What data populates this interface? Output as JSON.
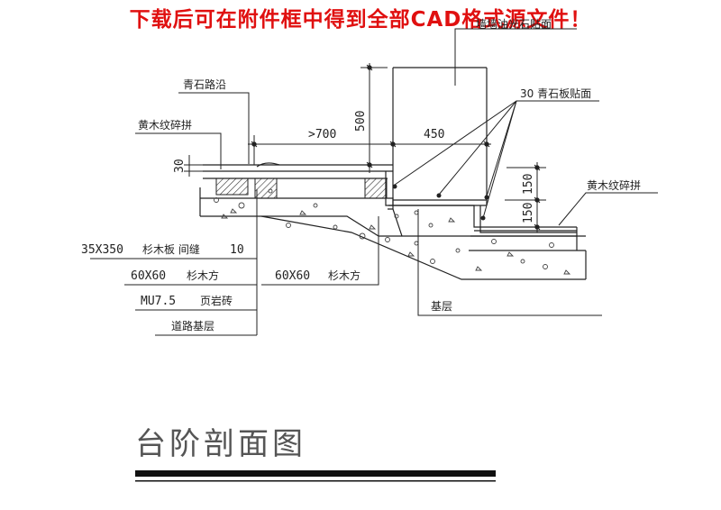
{
  "banner": "下载后可在附件框中得到全部CAD格式源文件！",
  "labels": {
    "wall_finish": "墙墙油光石贴面",
    "stone_edge": "青石路沿",
    "bluestone_face": "30 青石板贴面",
    "yellow_wood_left": "黄木纹碎拼",
    "yellow_wood_right": "黄木纹碎拼",
    "dim_700": ">700",
    "dim_450": "450",
    "dim_500": "500",
    "dim_30": "30",
    "dim_150_top": "150",
    "dim_150_bottom": "150",
    "plank_size": "35X350",
    "plank_name": "杉木板 间缝",
    "plank_gap": "10",
    "joist_size_1": "60X60",
    "joist_name_1": "杉木方",
    "joist_size_2": "60X60",
    "joist_name_2": "杉木方",
    "mu": "MU7.5",
    "shale_brick": "页岩砖",
    "road_base": "道路基层",
    "base_layer": "基层"
  },
  "title": "台阶剖面图"
}
